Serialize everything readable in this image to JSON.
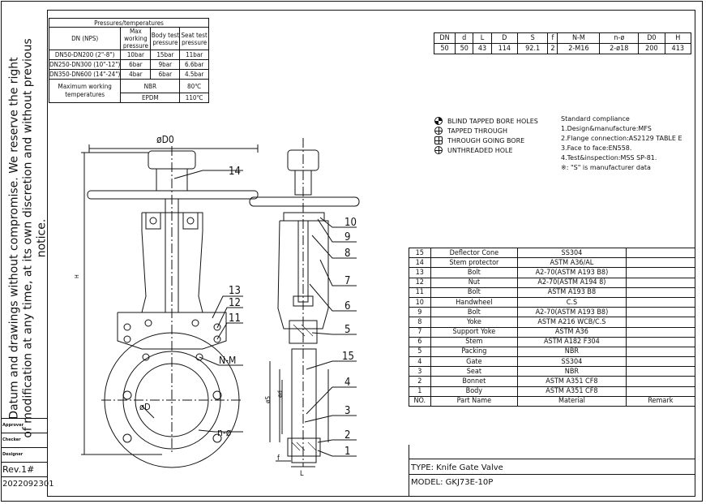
{
  "notice": {
    "line1": "Datum and drawings without compromise. We reserve the right",
    "line2": "of modification at any time, at its own discretion and without previous notice."
  },
  "side_block": {
    "approver": "Approver",
    "checker": "Checker",
    "designer": "Designer",
    "revision": "Rev.1#",
    "date_code": "2022092301"
  },
  "pressure_table": {
    "title": "Pressures/temperatures",
    "headers": [
      "DN (NPS)",
      "Max working pressure",
      "Body test pressure",
      "Seat test pressure"
    ],
    "rows": [
      [
        "DN50-DN200   (2\"-8\")",
        "10bar",
        "15bar",
        "11bar"
      ],
      [
        "DN250-DN300 (10\"-12\")",
        "6bar",
        "9bar",
        "6.6bar"
      ],
      [
        "DN350-DN600 (14\"-24\")",
        "4bar",
        "6bar",
        "4.5bar"
      ]
    ],
    "temp_label": "Maximum working temperatures",
    "temp_rows": [
      [
        "NBR",
        "80℃"
      ],
      [
        "EPDM",
        "110℃"
      ]
    ]
  },
  "dimension_table": {
    "headers": [
      "DN",
      "d",
      "L",
      "D",
      "S",
      "f",
      "N-M",
      "n-ø",
      "D0",
      "H"
    ],
    "values": [
      "50",
      "50",
      "43",
      "114",
      "92.1",
      "2",
      "2-M16",
      "2-ø18",
      "200",
      "413"
    ]
  },
  "legend": [
    {
      "icon": "blind-tapped-bore-icon",
      "label": "BLIND TAPPED BORE HOLES"
    },
    {
      "icon": "tapped-through-icon",
      "label": "TAPPED THROUGH"
    },
    {
      "icon": "through-going-bore-icon",
      "label": "THROUGH GOING BORE"
    },
    {
      "icon": "unthreaded-hole-icon",
      "label": "UNTHREADED HOLE"
    }
  ],
  "standards": {
    "title": "Standard compliance",
    "items": [
      "1.Design&manufacture:MFS",
      "2.Flange connection:AS2129 TABLE E",
      "3.Face to face:EN558.",
      "4.Test&inspection:MSS SP-81.",
      "※: \"S\" is manufacturer data"
    ]
  },
  "parts": [
    [
      "15",
      "Deflector Cone",
      "SS304",
      ""
    ],
    [
      "14",
      "Stem protector",
      "ASTM A36/AL",
      ""
    ],
    [
      "13",
      "Bolt",
      "A2-70(ASTM A193 B8)",
      ""
    ],
    [
      "12",
      "Nut",
      "A2-70(ASTM A194 8)",
      ""
    ],
    [
      "11",
      "Bolt",
      "ASTM A193 B8",
      ""
    ],
    [
      "10",
      "Handwheel",
      "C.S",
      ""
    ],
    [
      "9",
      "Bolt",
      "A2-70(ASTM A193 B8)",
      ""
    ],
    [
      "8",
      "Yoke",
      "ASTM A216 WCB/C.S",
      ""
    ],
    [
      "7",
      "Support Yoke",
      "ASTM A36",
      ""
    ],
    [
      "6",
      "Stem",
      "ASTM A182 F304",
      ""
    ],
    [
      "5",
      "Packing",
      "NBR",
      ""
    ],
    [
      "4",
      "Gate",
      "SS304",
      ""
    ],
    [
      "3",
      "Seat",
      "NBR",
      ""
    ],
    [
      "2",
      "Bonnet",
      "ASTM A351 CF8",
      ""
    ],
    [
      "1",
      "Body",
      "ASTM A351 CF8",
      ""
    ]
  ],
  "parts_header": [
    "NO.",
    "Part Name",
    "Material",
    "Remark"
  ],
  "type_line": "TYPE: Knife Gate Valve",
  "model_line": "MODEL:  GKJ73E-10P",
  "drawing_labels": {
    "d0": "øD0",
    "h": "H",
    "d": "øD",
    "nm": "N-M",
    "n_phi": "n-ø",
    "phi_s": "øS",
    "phi_d": "ød",
    "f": "f",
    "l": "L"
  },
  "callouts": [
    "14",
    "13",
    "12",
    "11",
    "10",
    "9",
    "8",
    "7",
    "6",
    "5",
    "15",
    "4",
    "3",
    "2",
    "1"
  ]
}
